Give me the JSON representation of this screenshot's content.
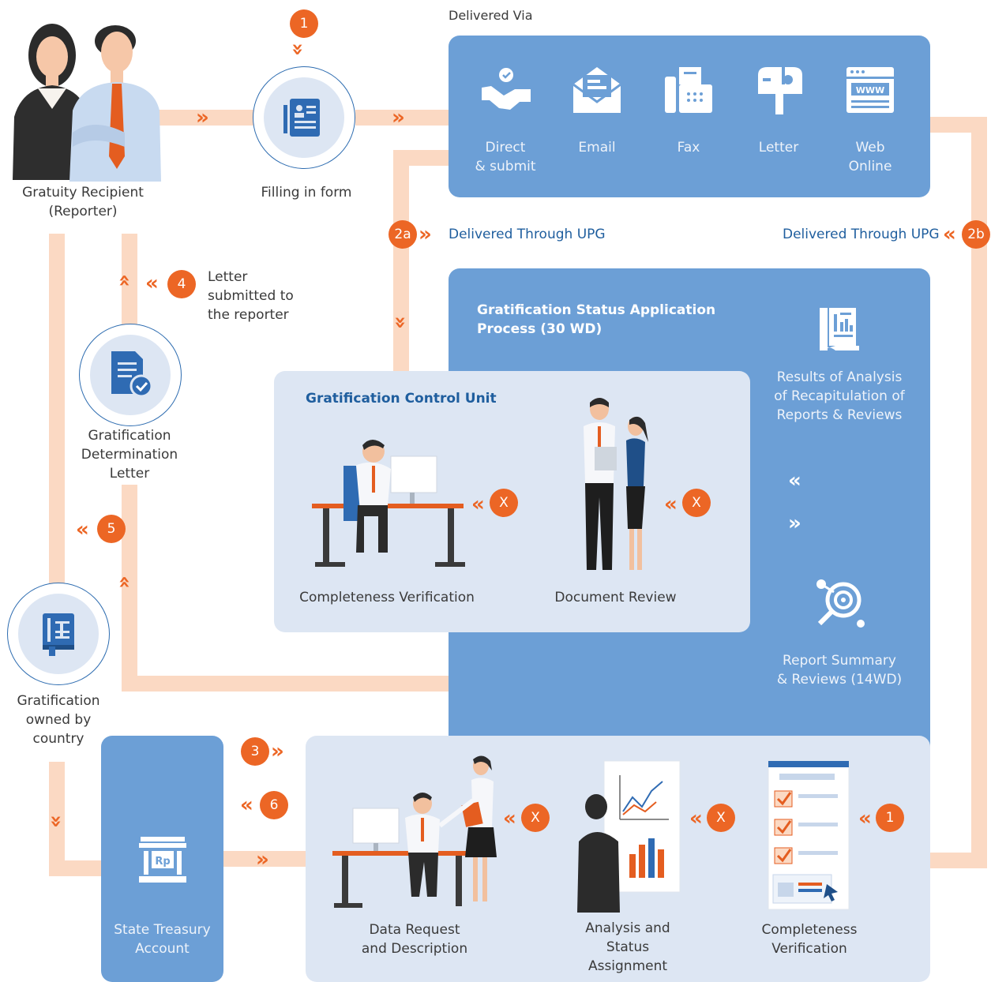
{
  "actors": {
    "reporter": "Gratuity Recipient\n(Reporter)",
    "form": "Filling in form",
    "determination_letter": "Gratification\nDetermination\nLetter",
    "owned_by_country": "Gratification\nowned by\ncountry",
    "treasury": "State Treasury\nAccount"
  },
  "delivery": {
    "heading": "Delivered Via",
    "methods": [
      {
        "label": "Direct\n& submit",
        "icon": "handshake-icon"
      },
      {
        "label": "Email",
        "icon": "envelope-icon"
      },
      {
        "label": "Fax",
        "icon": "fax-icon"
      },
      {
        "label": "Letter",
        "icon": "mailbox-icon"
      },
      {
        "label": "Web\nOnline",
        "icon": "browser-www-icon"
      }
    ]
  },
  "upg": {
    "left": "Delivered Through UPG",
    "right": "Delivered Through UPG"
  },
  "steps": {
    "s1": "1",
    "s2a": "2a",
    "s2b": "2b",
    "s3": "3",
    "s4": "4",
    "s5": "5",
    "s6": "6",
    "x": "X"
  },
  "letter_note": "Letter\nsubmitted to\nthe reporter",
  "process": {
    "title": "Gratification Status Application\nProcess (30 WD)",
    "results": "Results of Analysis\nof Recapitulation of\nReports & Reviews",
    "summary": "Report Summary\n& Reviews (14WD)"
  },
  "control_unit": {
    "title": "Gratification Control Unit",
    "left": "Completeness Verification",
    "right": "Document Review"
  },
  "bottom": {
    "data_request": "Data Request\nand Description",
    "analysis": "Analysis and\nStatus\nAssignment",
    "completeness": "Completeness\nVerification"
  },
  "treasury_badge": "Rp",
  "colors": {
    "orange": "#ec6625",
    "blue": "#6c9fd6",
    "light_blue": "#dde6f3",
    "peach": "#fbd9c3",
    "dark_blue": "#1f5e9e"
  }
}
